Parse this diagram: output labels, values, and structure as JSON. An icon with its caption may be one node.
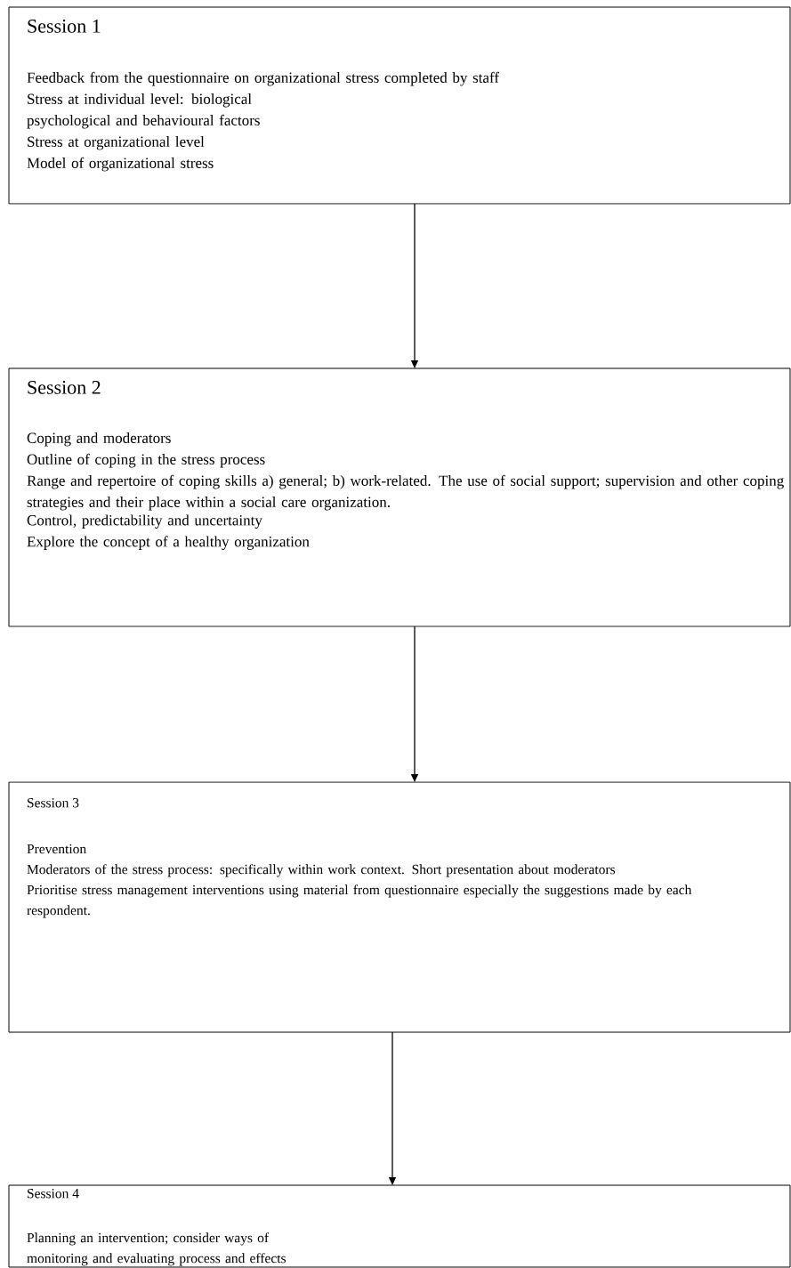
{
  "diagram": {
    "nodes": [
      {
        "text": [
          "Session 1",
          "Feedback from the questionnaire on organizational stress completed by staff",
          "Stress at individual level: biological",
          "psychological and behavioural factors",
          "Stress at organizational level",
          "Model of organizational stress"
        ]
      },
      {
        "text": [
          "Session 2",
          "Coping and moderators",
          "Outline of coping in the stress process",
          "Range and repertoire of coping skills a) general; b) work-related. The use of social support; supervision and other coping strategies and their place within a social care organization.",
          "Control, predictability and uncertainty",
          "Explore the concept of a healthy organization"
        ]
      },
      {
        "text": [
          "Session 3",
          "Prevention",
          "Moderators of the stress process: specifically within work context. Short presentation about moderators",
          "Prioritise stress management interventions using material from questionnaire especially the suggestions made by each respondent."
        ]
      },
      {
        "text": [
          "Session 4",
          "Planning an intervention; consider ways of",
          "monitoring and evaluating process and effects"
        ]
      }
    ],
    "edges": [
      {
        "from": 0,
        "to": 1,
        "arrow": "to"
      },
      {
        "from": 1,
        "to": 2,
        "arrow": "to"
      },
      {
        "from": 2,
        "to": 3,
        "arrow": "to"
      }
    ]
  }
}
